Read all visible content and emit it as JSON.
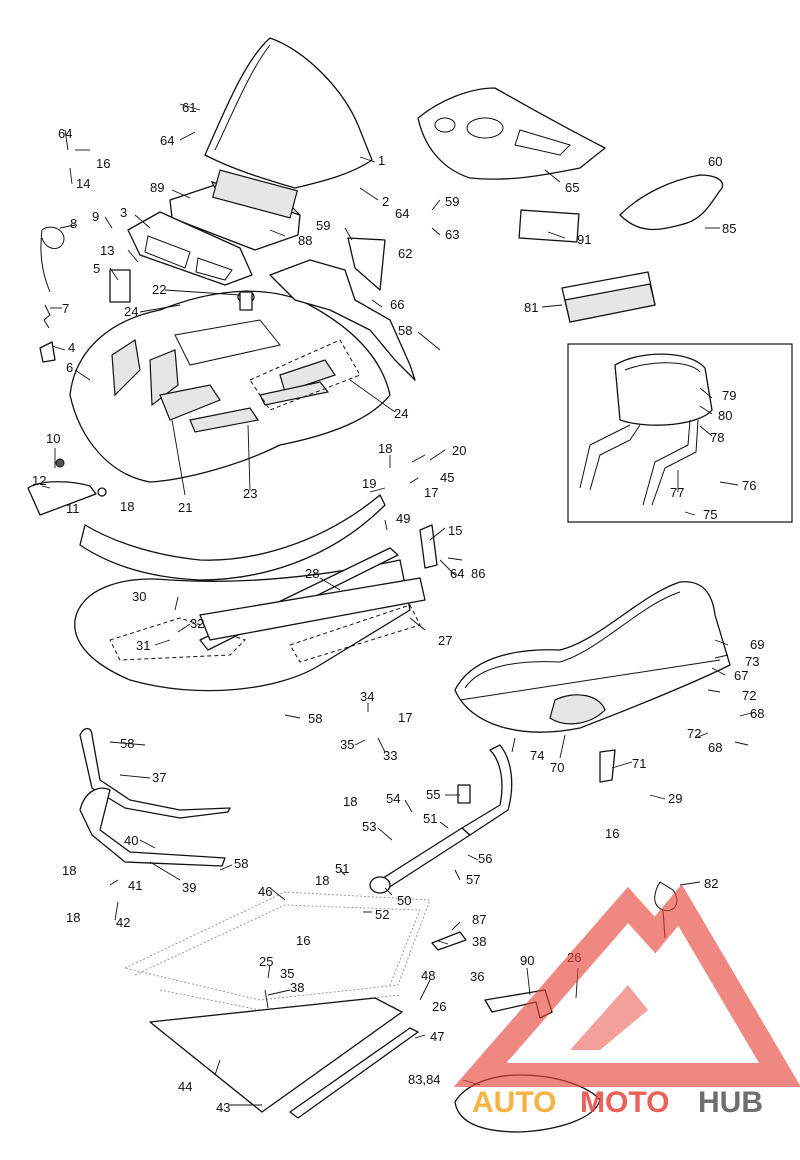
{
  "watermark": {
    "brand_part1": "AUTO",
    "brand_part2": "MOTO",
    "brand_part3": "HUB",
    "color_orange": "#f5a623",
    "color_red": "#e8453c",
    "color_grey": "#555555"
  },
  "callouts": {
    "c1": "1",
    "c2": "2",
    "c3": "3",
    "c4": "4",
    "c5": "5",
    "c6": "6",
    "c7": "7",
    "c8": "8",
    "c9": "9",
    "c10": "10",
    "c11": "11",
    "c12": "12",
    "c13": "13",
    "c14": "14",
    "c15": "15",
    "c16a": "16",
    "c16b": "16",
    "c16c": "16",
    "c17a": "17",
    "c17b": "17",
    "c18a": "18",
    "c18b": "18",
    "c18c": "18",
    "c18d": "18",
    "c18e": "18",
    "c18f": "18",
    "c19": "19",
    "c20": "20",
    "c21": "21",
    "c22": "22",
    "c23": "23",
    "c24a": "24",
    "c24b": "24",
    "c25": "25",
    "c26a": "26",
    "c26b": "26",
    "c27": "27",
    "c28": "28",
    "c29": "29",
    "c30": "30",
    "c31": "31",
    "c32": "32",
    "c33": "33",
    "c34": "34",
    "c35a": "35",
    "c35b": "35",
    "c36": "36",
    "c37": "37",
    "c38a": "38",
    "c38b": "38",
    "c39": "39",
    "c40": "40",
    "c41": "41",
    "c42": "42",
    "c43": "43",
    "c44": "44",
    "c45": "45",
    "c46": "46",
    "c47": "47",
    "c48": "48",
    "c49": "49",
    "c50": "50",
    "c51a": "51",
    "c51b": "51",
    "c52": "52",
    "c53": "53",
    "c54": "54",
    "c55": "55",
    "c56": "56",
    "c57": "57",
    "c58a": "58",
    "c58b": "58",
    "c58c": "58",
    "c58d": "58",
    "c59a": "59",
    "c59b": "59",
    "c60": "60",
    "c61": "61",
    "c62": "62",
    "c63": "63",
    "c64a": "64",
    "c64b": "64",
    "c64c": "64",
    "c64d": "64",
    "c65": "65",
    "c66": "66",
    "c67": "67",
    "c68a": "68",
    "c68b": "68",
    "c69": "69",
    "c70": "70",
    "c71": "71",
    "c72a": "72",
    "c72b": "72",
    "c73": "73",
    "c74": "74",
    "c75": "75",
    "c76": "76",
    "c77": "77",
    "c78": "78",
    "c79": "79",
    "c80": "80",
    "c81": "81",
    "c82": "82",
    "c83_84": "83,84",
    "c85": "85",
    "c86": "86",
    "c87": "87",
    "c88": "88",
    "c89": "89",
    "c90": "90",
    "c91": "91"
  }
}
